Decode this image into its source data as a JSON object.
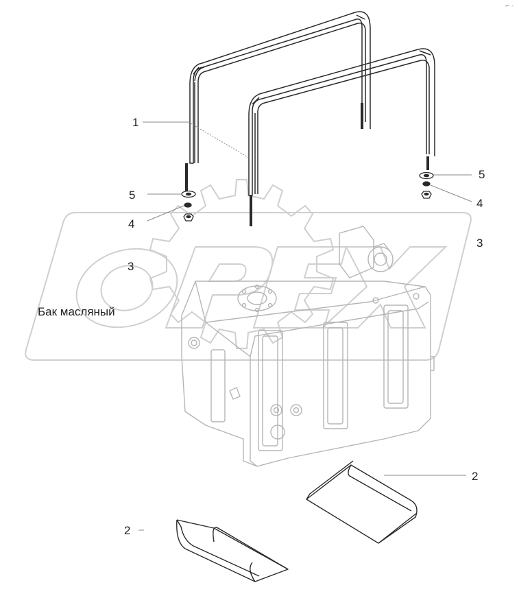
{
  "watermark": {
    "text": "OPEX",
    "color": "#cfcfcf"
  },
  "corner_mark": "⌐ -",
  "caption": "Бак масляный",
  "callouts": [
    "1",
    "2",
    "2",
    "3",
    "3",
    "4",
    "4",
    "5",
    "5"
  ],
  "colors": {
    "line": "#2a2a2a",
    "leader": "#8a8a8a",
    "tank": "#b5b5b5",
    "watermark": "#cfcfcf"
  }
}
